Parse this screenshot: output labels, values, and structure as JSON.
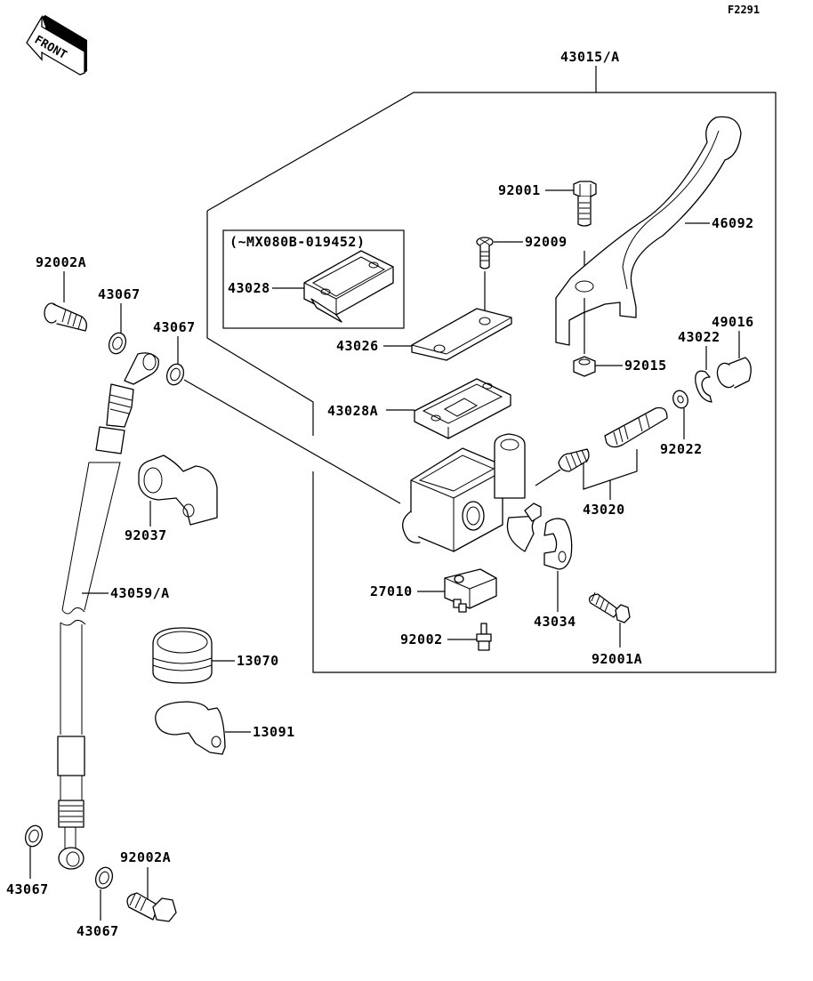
{
  "diagram": {
    "figure_code": "F2291",
    "front_label": "FRONT",
    "variant_note": "(~MX080B-019452)",
    "assembly_label": "43015/A",
    "parts": [
      {
        "id": "92001",
        "name": "bolt"
      },
      {
        "id": "92009",
        "name": "screw"
      },
      {
        "id": "46092",
        "name": "lever"
      },
      {
        "id": "43028",
        "name": "diaphragm (early)"
      },
      {
        "id": "43026",
        "name": "reservoir cap"
      },
      {
        "id": "92015",
        "name": "nut"
      },
      {
        "id": "49016",
        "name": "boot"
      },
      {
        "id": "43022",
        "name": "circlip"
      },
      {
        "id": "43028A",
        "name": "diaphragm"
      },
      {
        "id": "92022",
        "name": "washer"
      },
      {
        "id": "43020",
        "name": "piston set"
      },
      {
        "id": "27010",
        "name": "switch"
      },
      {
        "id": "43034",
        "name": "clamp"
      },
      {
        "id": "92002",
        "name": "screw"
      },
      {
        "id": "92001A",
        "name": "bolt"
      },
      {
        "id": "92002A",
        "name": "banjo bolt (upper)"
      },
      {
        "id": "43067",
        "name": "gasket"
      },
      {
        "id": "92037",
        "name": "clamp"
      },
      {
        "id": "43059/A",
        "name": "brake hose"
      },
      {
        "id": "13070",
        "name": "grommet"
      },
      {
        "id": "13091",
        "name": "clamp"
      }
    ],
    "labels": {
      "l92001": "92001",
      "l92009": "92009",
      "l46092": "46092",
      "l43028": "43028",
      "l43026": "43026",
      "l92015": "92015",
      "l49016": "49016",
      "l43022": "43022",
      "l43028A": "43028A",
      "l92022": "92022",
      "l43020": "43020",
      "l27010": "27010",
      "l43034": "43034",
      "l92002": "92002",
      "l92001A": "92001A",
      "l92002A_top": "92002A",
      "l43067_a": "43067",
      "l43067_b": "43067",
      "l92037": "92037",
      "l43059A": "43059/A",
      "l13070": "13070",
      "l13091": "13091",
      "l43067_c": "43067",
      "l43067_d": "43067",
      "l92002A_bot": "92002A"
    }
  }
}
